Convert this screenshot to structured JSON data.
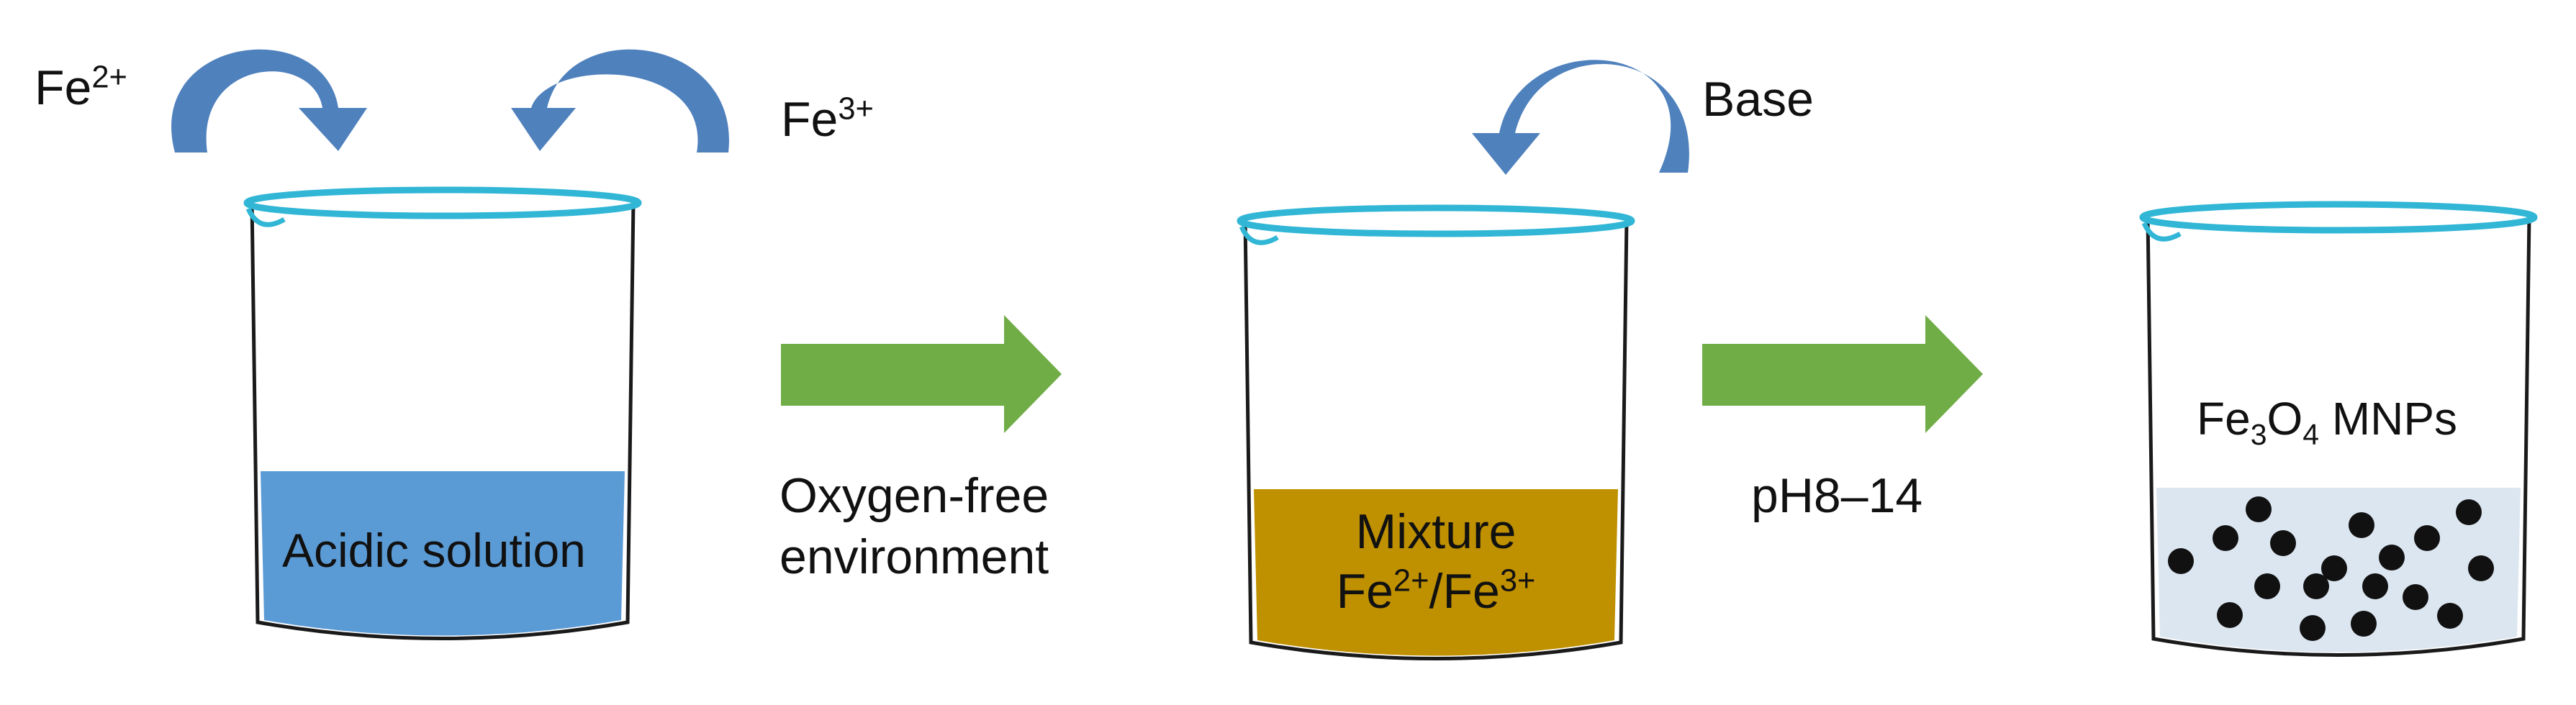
{
  "colors": {
    "curved_arrow": "#4f81bd",
    "green_arrow": "#70ad47",
    "acidic_liquid": "#5b9bd5",
    "mixture_liquid": "#bf9000",
    "np_liquid": "#dce6f1",
    "glass": "#31b6d6",
    "particle": "#111111"
  },
  "reagents": {
    "fe2_base": "Fe",
    "fe2_sup": "2+",
    "fe3_base": "Fe",
    "fe3_sup": "3+",
    "base": "Base"
  },
  "beakers": {
    "acidic_label": "Acidic solution",
    "mixture_line1": "Mixture",
    "mixture_fe2_base": "Fe",
    "mixture_fe2_sup": "2+",
    "mixture_slash": "/",
    "mixture_fe3_base": "Fe",
    "mixture_fe3_sup": "3+",
    "product_fe": "Fe",
    "product_sub3": "3",
    "product_o": "O",
    "product_sub4": "4",
    "product_rest": " MNPs"
  },
  "steps": {
    "step1_line1": "Oxygen-free",
    "step1_line2": "environment",
    "step2": "pH8–14"
  },
  "icons": [
    "curved-arrow-icon",
    "process-arrow-icon",
    "beaker-icon",
    "nanoparticle-icon"
  ]
}
